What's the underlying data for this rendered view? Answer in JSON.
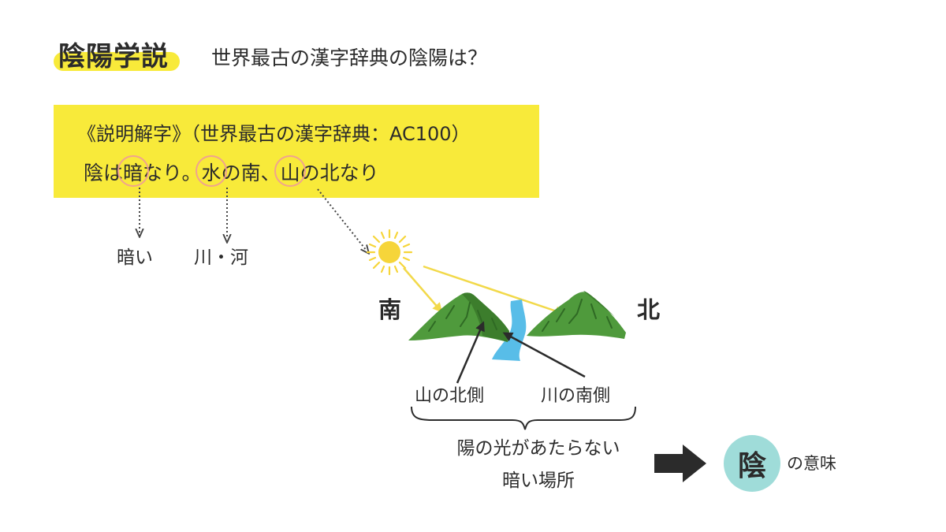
{
  "header": {
    "title": "陰陽学説",
    "question": "世界最古の漢字辞典の陰陽は？"
  },
  "quote": {
    "source": "《説明解字》（世界最古の漢字辞典：AC100）",
    "line2": {
      "t1": "陰は",
      "c1": "暗",
      "t2": "なり。",
      "c2": "水",
      "t3": "の南、",
      "c3": "山",
      "t4": "の北なり"
    }
  },
  "labels": {
    "dark": "暗い",
    "river": "川・河",
    "south": "南",
    "north": "北",
    "mountain_north_side": "山の北側",
    "river_south_side": "川の南側",
    "desc_line1": "陽の光があたらない",
    "desc_line2": "暗い場所",
    "yin": "陰",
    "meaning": "の意味"
  },
  "colors": {
    "highlight_yellow": "#f8ea3a",
    "circle_pink": "#f0a38f",
    "yin_teal": "#9fdcd9",
    "sun_yellow": "#f6d53a",
    "mountain_green": "#4f9a3c",
    "river_blue": "#58bde8"
  },
  "icons": {
    "sun": "sun-icon",
    "mountain": "mountain-icon",
    "river": "river-icon",
    "arrow": "right-arrow-icon"
  }
}
